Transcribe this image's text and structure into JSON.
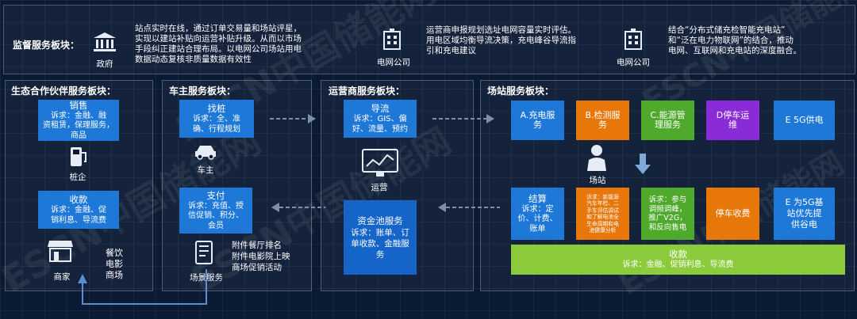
{
  "top": {
    "label": "监督服务板块：",
    "gov": {
      "icon": "government-icon",
      "label": "政府",
      "lines": [
        "站点实时在线，通过订单交易量和场站评星，",
        "实现以建站补贴向运营补贴升级。从而以市场",
        "手段纠正建站合理布局。以电网公司场站用电",
        "数据动态复核非质量数据有效性"
      ]
    },
    "grid1": {
      "icon": "power-company-icon",
      "label": "电网公司",
      "lines": [
        "运营商申报规划选址电网容量实时评估。",
        "用电区域均衡导流决策，充电峰谷导流指",
        "引和充电建议"
      ]
    },
    "grid2": {
      "icon": "power-company-icon",
      "label": "电网公司",
      "lines": [
        "结合“分布式储充检智能充电站”",
        "和“泛在电力物联网”的结合，推动",
        "电网、互联网和充电站的深度融合。"
      ]
    }
  },
  "eco": {
    "title": "生态合作伙伴服务板块：",
    "sales": {
      "title": "销售",
      "lines": [
        "诉求：金融、融",
        "资租赁，保理服务，",
        "商品"
      ]
    },
    "charger_label": "桩企",
    "income": {
      "title": "收款",
      "lines": [
        "诉求：金融、促",
        "销利息、导流费"
      ]
    },
    "merchant_label": "商家",
    "merchant_types": [
      "餐饮",
      "电影",
      "商场"
    ]
  },
  "owner": {
    "title": "车主服务板块：",
    "find": {
      "title": "找桩",
      "lines": [
        "诉求：全、准",
        "确、行程规划"
      ]
    },
    "owner_label": "车主",
    "pay": {
      "title": "支付",
      "lines": [
        "诉求：充值、授",
        "信促销、积分、",
        "会员"
      ]
    },
    "scene_label": "场景服务",
    "scene_lines": [
      "附件餐厅排名",
      "附件电影院上映",
      "商场促销活动"
    ]
  },
  "operator": {
    "title": "运营商服务板块：",
    "guide": {
      "title": "导流",
      "lines": [
        "诉求：GIS、偏",
        "好、流量、预约"
      ]
    },
    "ops_label": "运营",
    "pool": {
      "title": "资金池服务",
      "lines": [
        "诉求：账单、订",
        "单收款、金融服",
        "务"
      ]
    }
  },
  "station": {
    "title": "场站服务板块：",
    "services": [
      {
        "label": "A.充电服\n务",
        "color": "#1e78d7"
      },
      {
        "label": "B.检测服\n务",
        "color": "#e8770a"
      },
      {
        "label": "C.能源管\n理服务",
        "color": "#4faa2c"
      },
      {
        "label": "D停车运\n维",
        "color": "#8a2bd8"
      },
      {
        "label": "E 5G供电",
        "color": "#1e78d7"
      }
    ],
    "station_label": "场站",
    "settle": {
      "title": "结算",
      "lines": [
        "诉求：定",
        "价、计费、",
        "账单"
      ]
    },
    "detect_lines": [
      "诉求：新能源",
      "汽车年检、二",
      "手车评估调试",
      "和了解电池全",
      "生命周期和电",
      "池健康分析"
    ],
    "energy_lines": [
      "诉求：参与",
      "调频调峰，",
      "推广V2G，",
      "和反向售电"
    ],
    "parking_fee": "停车收费",
    "fivegx": "E 为5G基\n站优先提\n供谷电",
    "collect": {
      "title": "收款",
      "lines": [
        "诉求：金融、促销利息、导流费"
      ]
    }
  },
  "watermark": "ESCN中国储能网"
}
